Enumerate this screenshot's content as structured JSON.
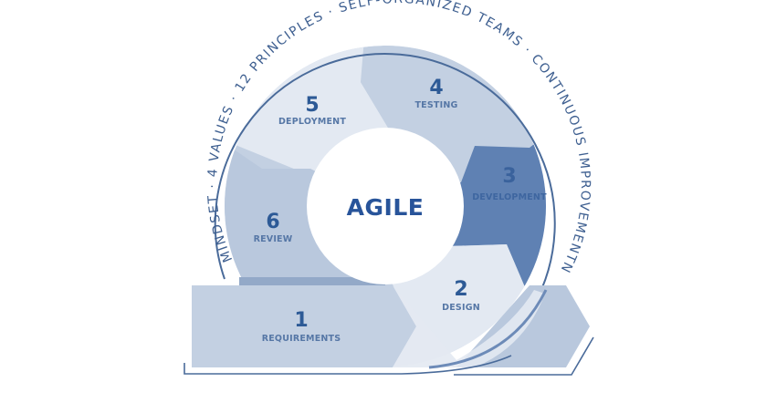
{
  "center": {
    "title": "AGILE"
  },
  "outer_ring_text": "MINDSET  ·  4 VALUES  ·  12 PRINCIPLES  ·  SELF-ORGANIZED TEAMS  ·  CONTINUOUS IMPROVEMENTNT",
  "stages": [
    {
      "number": "1",
      "label": "REQUIREMENTS"
    },
    {
      "number": "2",
      "label": "DESIGN"
    },
    {
      "number": "3",
      "label": "DEVELOPMENT"
    },
    {
      "number": "4",
      "label": "TESTING"
    },
    {
      "number": "5",
      "label": "DEPLOYMENT"
    },
    {
      "number": "6",
      "label": "REVIEW"
    }
  ],
  "colors": {
    "light": "#e3e9f2",
    "medium": "#c3d0e2",
    "medium_alt": "#b9c8dd",
    "dark": "#5f81b3",
    "accent_text": "#2d5a96",
    "line": "#4a6b9a"
  }
}
